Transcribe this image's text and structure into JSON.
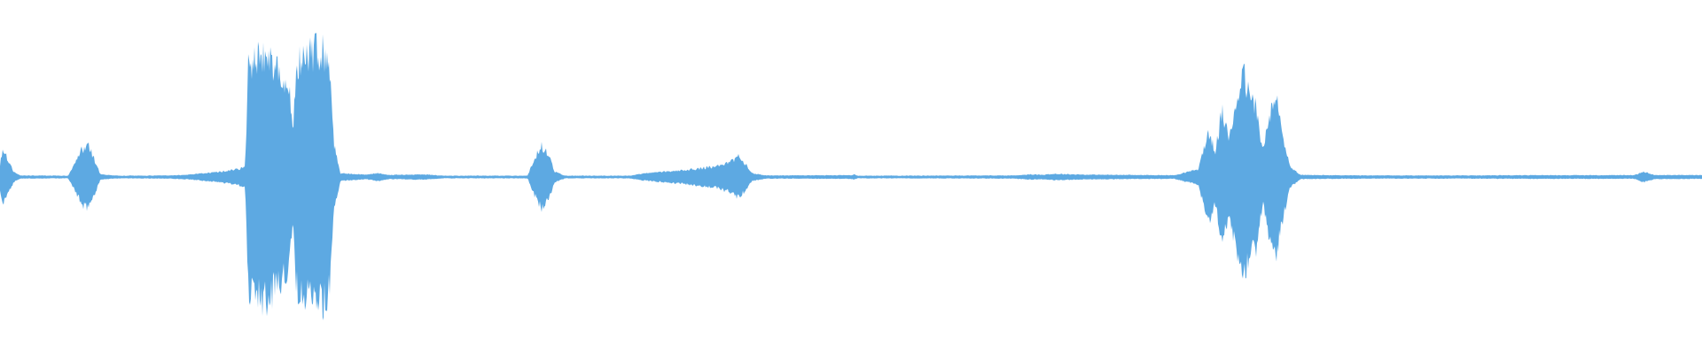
{
  "waveform": {
    "color": "#5DA9E2",
    "background": "#FFFFFF",
    "amplitude_envelope": [
      [
        0.0,
        0.1
      ],
      [
        0.002,
        0.22
      ],
      [
        0.004,
        0.15
      ],
      [
        0.008,
        0.04
      ],
      [
        0.012,
        0.012
      ],
      [
        0.04,
        0.01
      ],
      [
        0.044,
        0.1
      ],
      [
        0.048,
        0.21
      ],
      [
        0.052,
        0.24
      ],
      [
        0.056,
        0.12
      ],
      [
        0.059,
        0.02
      ],
      [
        0.07,
        0.01
      ],
      [
        0.1,
        0.012
      ],
      [
        0.11,
        0.018
      ],
      [
        0.125,
        0.035
      ],
      [
        0.14,
        0.06
      ],
      [
        0.144,
        0.08
      ],
      [
        0.146,
        0.9
      ],
      [
        0.15,
        0.92
      ],
      [
        0.155,
        0.96
      ],
      [
        0.16,
        0.9
      ],
      [
        0.166,
        0.8
      ],
      [
        0.17,
        0.66
      ],
      [
        0.172,
        0.34
      ],
      [
        0.174,
        0.86
      ],
      [
        0.18,
        0.94
      ],
      [
        0.186,
        1.0
      ],
      [
        0.19,
        0.96
      ],
      [
        0.194,
        0.86
      ],
      [
        0.196,
        0.28
      ],
      [
        0.2,
        0.03
      ],
      [
        0.215,
        0.018
      ],
      [
        0.222,
        0.03
      ],
      [
        0.228,
        0.016
      ],
      [
        0.25,
        0.02
      ],
      [
        0.26,
        0.01
      ],
      [
        0.31,
        0.01
      ],
      [
        0.314,
        0.14
      ],
      [
        0.318,
        0.24
      ],
      [
        0.322,
        0.18
      ],
      [
        0.326,
        0.04
      ],
      [
        0.332,
        0.01
      ],
      [
        0.37,
        0.01
      ],
      [
        0.38,
        0.03
      ],
      [
        0.4,
        0.05
      ],
      [
        0.42,
        0.08
      ],
      [
        0.43,
        0.12
      ],
      [
        0.434,
        0.16
      ],
      [
        0.438,
        0.1
      ],
      [
        0.442,
        0.03
      ],
      [
        0.45,
        0.012
      ],
      [
        0.5,
        0.014
      ],
      [
        0.502,
        0.02
      ],
      [
        0.504,
        0.01
      ],
      [
        0.596,
        0.012
      ],
      [
        0.604,
        0.02
      ],
      [
        0.612,
        0.018
      ],
      [
        0.62,
        0.024
      ],
      [
        0.64,
        0.018
      ],
      [
        0.66,
        0.016
      ],
      [
        0.69,
        0.014
      ],
      [
        0.698,
        0.04
      ],
      [
        0.704,
        0.06
      ],
      [
        0.71,
        0.35
      ],
      [
        0.714,
        0.2
      ],
      [
        0.718,
        0.5
      ],
      [
        0.722,
        0.3
      ],
      [
        0.726,
        0.56
      ],
      [
        0.73,
        0.84
      ],
      [
        0.734,
        0.62
      ],
      [
        0.738,
        0.54
      ],
      [
        0.742,
        0.2
      ],
      [
        0.746,
        0.48
      ],
      [
        0.75,
        0.6
      ],
      [
        0.754,
        0.3
      ],
      [
        0.758,
        0.08
      ],
      [
        0.764,
        0.016
      ],
      [
        0.8,
        0.012
      ],
      [
        0.86,
        0.012
      ],
      [
        0.9,
        0.014
      ],
      [
        0.96,
        0.014
      ],
      [
        0.966,
        0.04
      ],
      [
        0.972,
        0.016
      ],
      [
        1.0,
        0.014
      ]
    ]
  }
}
